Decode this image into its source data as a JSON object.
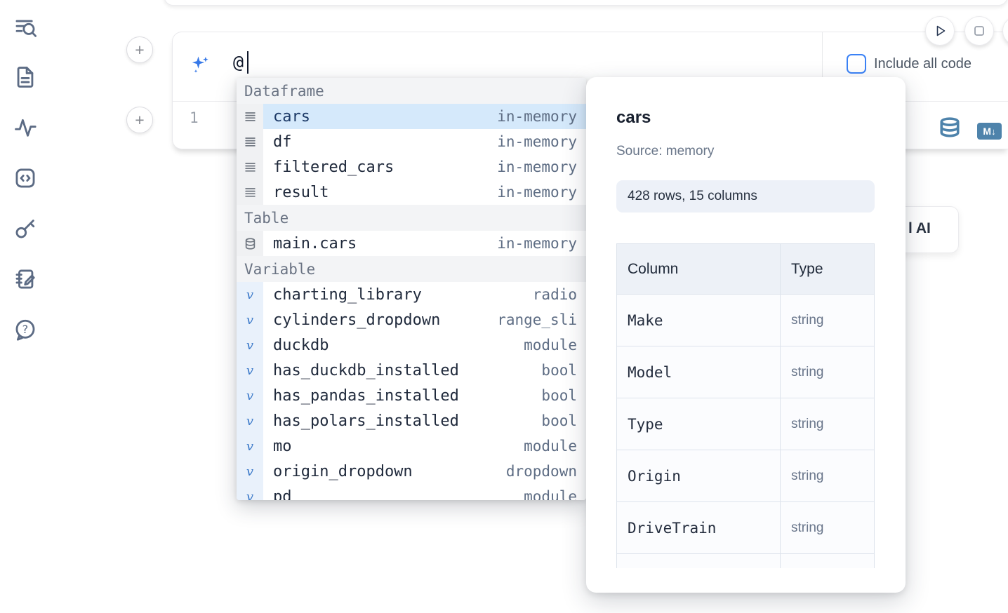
{
  "toolbar": {
    "include_all_code_label": "Include all code"
  },
  "ai_prompt": {
    "typed_text": "@"
  },
  "editor_cell": {
    "line_number": "1"
  },
  "autocomplete": {
    "sections": [
      {
        "label": "Dataframe",
        "icon": "dataframe-icon",
        "items": [
          {
            "name": "cars",
            "detail": "in-memory",
            "selected": true
          },
          {
            "name": "df",
            "detail": "in-memory"
          },
          {
            "name": "filtered_cars",
            "detail": "in-memory"
          },
          {
            "name": "result",
            "detail": "in-memory"
          }
        ]
      },
      {
        "label": "Table",
        "icon": "table-icon",
        "items": [
          {
            "name": "main.cars",
            "detail": "in-memory"
          }
        ]
      },
      {
        "label": "Variable",
        "icon": "variable-icon",
        "items": [
          {
            "name": "charting_library",
            "detail": "radio"
          },
          {
            "name": "cylinders_dropdown",
            "detail": "range_sli"
          },
          {
            "name": "duckdb",
            "detail": "module"
          },
          {
            "name": "has_duckdb_installed",
            "detail": "bool"
          },
          {
            "name": "has_pandas_installed",
            "detail": "bool"
          },
          {
            "name": "has_polars_installed",
            "detail": "bool"
          },
          {
            "name": "mo",
            "detail": "module"
          },
          {
            "name": "origin_dropdown",
            "detail": "dropdown"
          },
          {
            "name": "pd",
            "detail": "module",
            "clipped": true
          }
        ]
      }
    ]
  },
  "preview": {
    "title": "cars",
    "source": "Source: memory",
    "shape": "428 rows, 15 columns",
    "table": {
      "headers": [
        "Column",
        "Type"
      ],
      "rows": [
        [
          "Make",
          "string"
        ],
        [
          "Model",
          "string"
        ],
        [
          "Type",
          "string"
        ],
        [
          "Origin",
          "string"
        ],
        [
          "DriveTrain",
          "string"
        ],
        [
          "",
          ""
        ]
      ]
    }
  },
  "output_actions": {
    "ai_button_visible_label": "l AI"
  },
  "colors": {
    "accent_blue": "#3b82f6",
    "steel_blue": "#4e83ab",
    "selected_row_blue": "#d5e9fb"
  }
}
